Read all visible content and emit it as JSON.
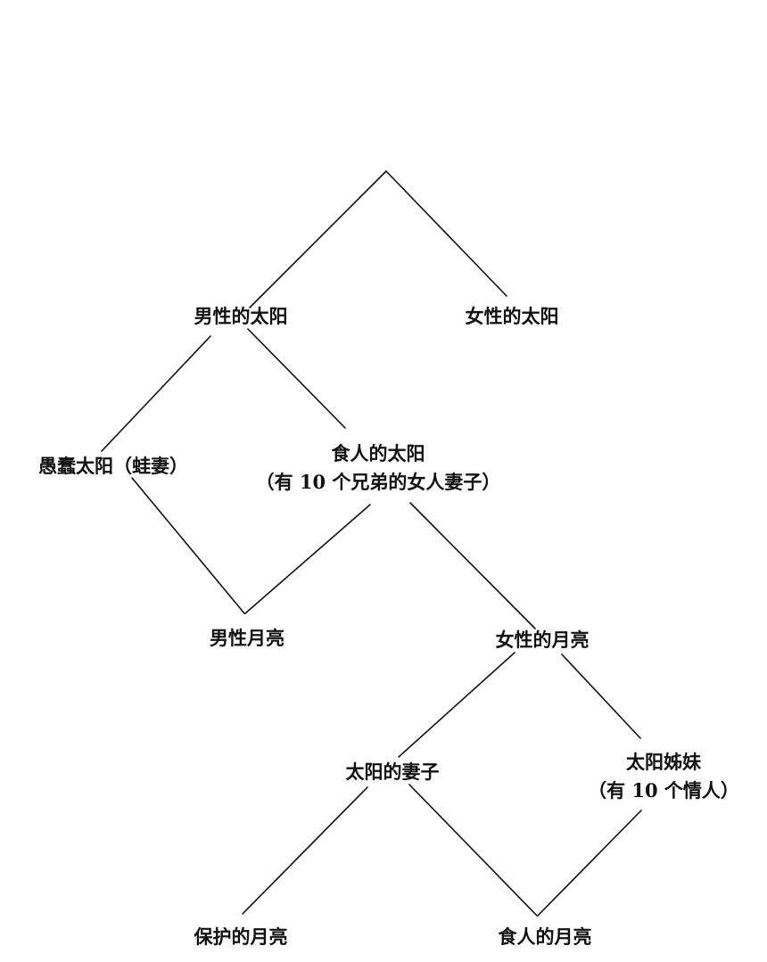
{
  "nodes": {
    "male_sun": "男性的太阳",
    "female_sun": "女性的太阳",
    "foolish_sun": "愚蠢太阳（蛙妻）",
    "maneating_sun": "食人的太阳",
    "maneating_sun_note": "（有 10 个兄弟的女人妻子）",
    "male_moon": "男性月亮",
    "female_moon": "女性的月亮",
    "sun_wife": "太阳的妻子",
    "sun_sister": "太阳姊妹",
    "sun_sister_note": "（有 10 个情人）",
    "protective_moon": "保护的月亮",
    "maneating_moon": "食人的月亮"
  }
}
